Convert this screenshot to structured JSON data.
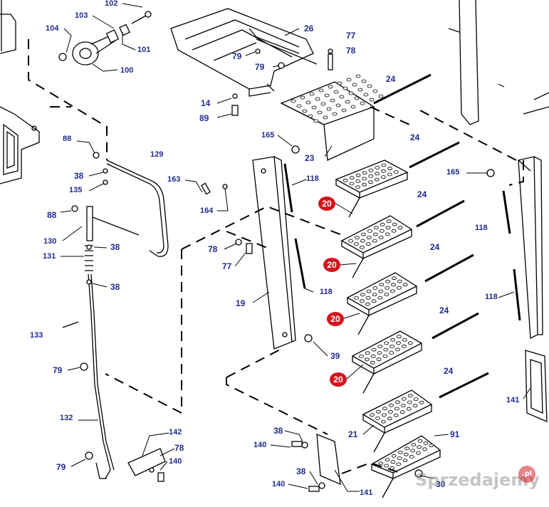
{
  "diagram": {
    "labels": {
      "l102": "102",
      "l103": "103",
      "l104": "104",
      "l101": "101",
      "l100": "100",
      "l26": "26",
      "l77a": "77",
      "l78a": "78",
      "l79a": "79",
      "l79b": "79",
      "l14": "14",
      "l89": "89",
      "l24a": "24",
      "l24b": "24",
      "l24c": "24",
      "l24d": "24",
      "l24e": "24",
      "l24f": "24",
      "l23": "23",
      "l165a": "165",
      "l165b": "165",
      "l118a": "118",
      "l118b": "118",
      "l118c": "118",
      "l118d": "118",
      "l88a": "88",
      "l129": "129",
      "l38a": "38",
      "l135": "135",
      "l163": "163",
      "l164": "164",
      "l88b": "88",
      "l130": "130",
      "l38b": "38",
      "l131": "131",
      "l38c": "38",
      "l78b": "78",
      "l77b": "77",
      "l19": "19",
      "l133": "133",
      "l39": "39",
      "l79c": "79",
      "l132": "132",
      "l21": "21",
      "l91": "91",
      "l38d": "38",
      "l140a": "140",
      "l142": "142",
      "l78c": "78",
      "l140b": "140",
      "l79d": "79",
      "l38e": "38",
      "l140c": "140",
      "l141a": "141",
      "l141b": "141",
      "l30": "30"
    },
    "callouts": [
      "20",
      "20",
      "20",
      "20"
    ],
    "watermark": "Sprzedajemy",
    "watermark_tld": ".pl"
  }
}
